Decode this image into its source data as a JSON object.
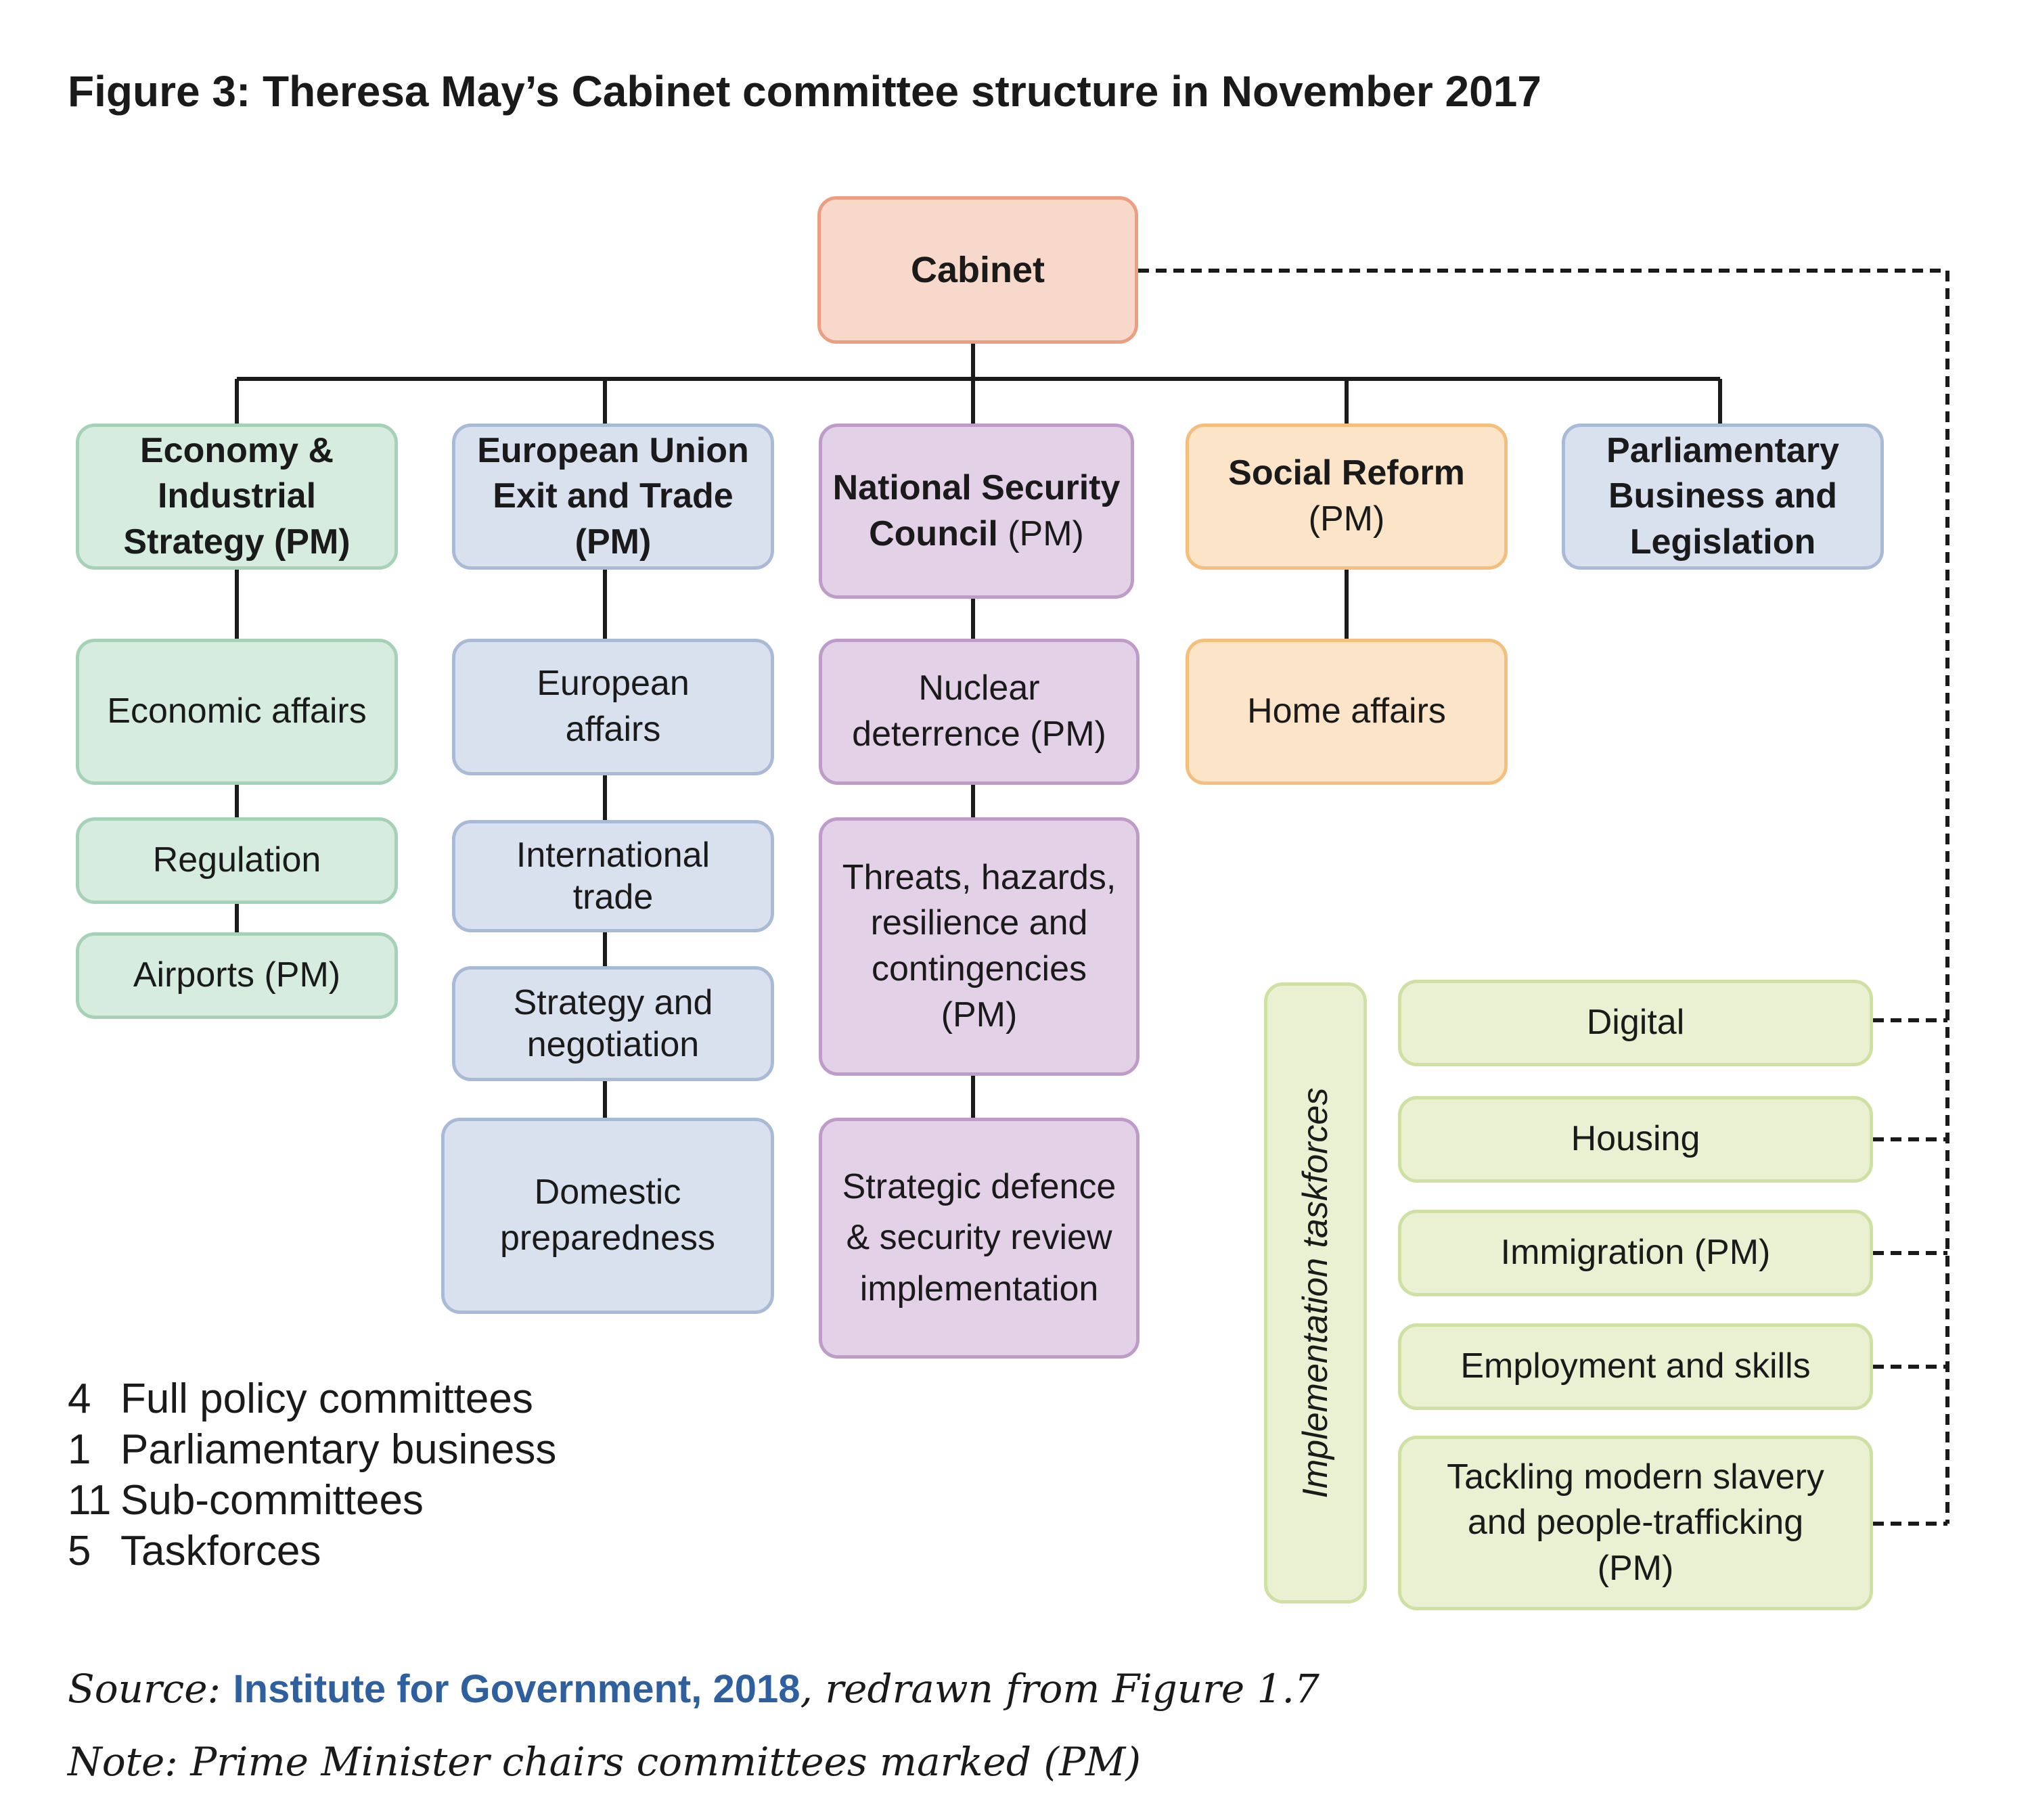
{
  "title": "Figure 3: Theresa May’s Cabinet committee structure in November 2017",
  "cabinet": "Cabinet",
  "committees": {
    "economy": {
      "bold": "Economy & Industrial Strategy (PM)",
      "normal": ""
    },
    "eu": {
      "bold": "European Union Exit and Trade (PM)",
      "normal": ""
    },
    "nsc": {
      "bold": "National Security Council",
      "normal": " (PM)"
    },
    "social": {
      "bold": "Social Reform",
      "normal": "(PM)"
    },
    "parl": {
      "bold": "Parliamentary Business and Legislation",
      "normal": ""
    }
  },
  "subcommittees": {
    "economy": [
      "Economic affairs",
      "Regulation",
      "Airports (PM)"
    ],
    "eu": [
      "European affairs",
      "International trade",
      "Strategy and negotiation",
      "Domestic preparedness"
    ],
    "nsc": [
      "Nuclear deterrence (PM)",
      "Threats, hazards, resilience and contingencies (PM)",
      "Strategic defence & security review implementation"
    ],
    "social": [
      "Home affairs"
    ]
  },
  "taskforces": {
    "label": "Implementation taskforces",
    "items": [
      "Digital",
      "Housing",
      "Immigration (PM)",
      "Employment and skills",
      "Tackling modern slavery and people-trafficking (PM)"
    ]
  },
  "counts": [
    {
      "num": "4",
      "label": "Full policy committees"
    },
    {
      "num": "1",
      "label": "Parliamentary business"
    },
    {
      "num": "11",
      "label": "Sub-committees"
    },
    {
      "num": "5",
      "label": "Taskforces"
    }
  ],
  "source": {
    "prefix": "Source: ",
    "link": "Institute for Government, 2018",
    "suffix": ", redrawn from Figure 1.7"
  },
  "note": "Note: Prime Minister chairs committees marked (PM)",
  "colors": {
    "cabinet": "#f7d8cb",
    "economy": "#d5ecdf",
    "eu_parl": "#d9e1ef",
    "nsc": "#e3d2e7",
    "social": "#fbe4c8",
    "taskforces": "#e9f1d2",
    "link": "#2e5f9e"
  }
}
